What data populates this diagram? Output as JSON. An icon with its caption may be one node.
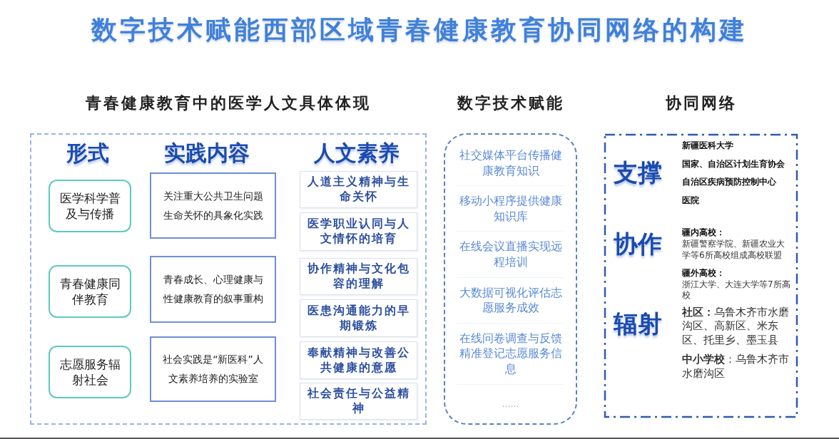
{
  "diagram": {
    "title": "数字技术赋能西部区域青春健康教育协同网络的构建",
    "nodes": [
      {
        "text": [
          "青春健康教育中的医学人文具体体现"
        ]
      },
      {
        "text": [
          "医学科学普及与传播"
        ],
        "in": 0
      },
      {
        "text": [
          "青春健康同伴教育"
        ],
        "in": 0
      },
      {
        "text": [
          "志愿服务辐射社会"
        ],
        "in": 0
      },
      {
        "text": [
          "关注重大公共卫生问题生命关怀的具象化实践"
        ],
        "in": 0
      },
      {
        "text": [
          "青春成长、心理健康与性健康教育的叙事重构"
        ],
        "in": 0
      },
      {
        "text": [
          "社会实践是“新医科”人文素养培养的实验室"
        ],
        "in": 0
      },
      {
        "text": [
          "人道主义精神与生命关怀"
        ],
        "in": 0
      },
      {
        "text": [
          "医学职业认同与人文情怀的培育"
        ],
        "in": 0
      },
      {
        "text": [
          "协作精神与文化包容的理解"
        ],
        "in": 0
      },
      {
        "text": [
          "医患沟通能力的早期锻炼"
        ],
        "in": 0
      },
      {
        "text": [
          "奉献精神与改善公共健康的意愿"
        ],
        "in": 0
      },
      {
        "text": [
          "社会责任与公益精神"
        ],
        "in": 0
      },
      {
        "text": [
          "数字技术赋能",
          "社交媒体平台传播健康教育知识",
          "移动小程序提供健康知识库",
          "在线会议直播实现远程培训",
          "大数据可视化评估志愿服务成效",
          "在线问卷调查与反馈精准登记志愿服务信息",
          "……"
        ]
      },
      {
        "text": [
          "协同网络",
          "支撑",
          "新疆医科大学",
          "国家、自治区计划生育协会",
          "自治区疾病预防控制中心",
          "医院",
          "协作",
          "疆内高校：",
          "新疆警察学院、新疆农业大学等6所高校组成高校联盟",
          "疆外高校：",
          "浙江大学、大连大学等7所高校",
          "辐射",
          "**社区：**乌鲁木齐市水磨沟区、高新区、米东区、托里乡、墨玉县",
          "**中小学校**：乌鲁木齐市水磨沟区"
        ]
      }
    ],
    "labels": [
      "形式",
      "实践内容",
      "人文素养"
    ]
  }
}
